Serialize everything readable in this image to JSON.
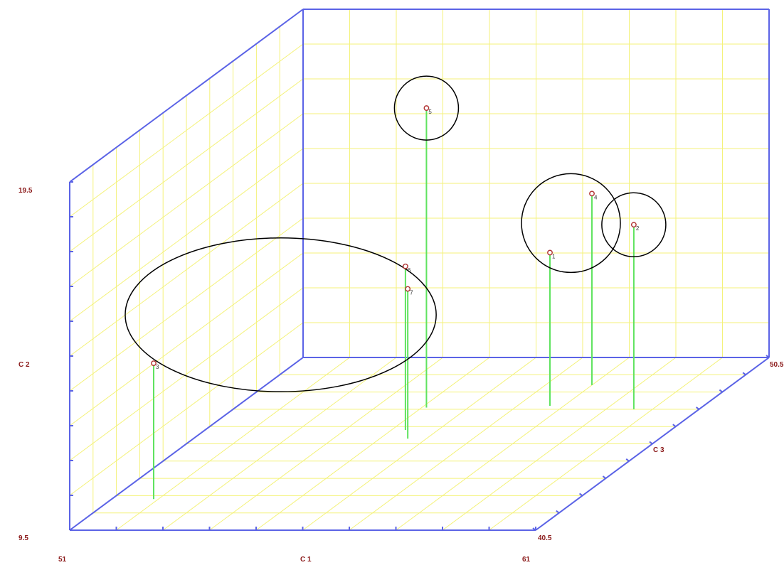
{
  "chart_data": {
    "type": "scatter3d",
    "axes": {
      "x": {
        "label": "C 1",
        "min": 51,
        "max": 61,
        "min_label": "51",
        "max_label": "61"
      },
      "y": {
        "label": "C 2",
        "min": 9.5,
        "max": 19.5,
        "min_label": "9.5",
        "max_label": "19.5"
      },
      "z": {
        "label": "C 3",
        "min": 40.5,
        "max": 50.5,
        "min_label": "40.5",
        "max_label": "50.5"
      }
    },
    "grid": true,
    "points": [
      {
        "label": "3",
        "x": 51.9,
        "y": 13.4,
        "z": 42.3
      },
      {
        "label": "5",
        "x": 55.1,
        "y": 18.1,
        "z": 47.6
      },
      {
        "label": "6",
        "x": 55.3,
        "y": 14.2,
        "z": 46.3
      },
      {
        "label": "7",
        "x": 55.6,
        "y": 13.8,
        "z": 45.8
      },
      {
        "label": "1",
        "x": 57.7,
        "y": 13.9,
        "z": 47.7
      },
      {
        "label": "4",
        "x": 58.0,
        "y": 15.0,
        "z": 48.9
      },
      {
        "label": "2",
        "x": 59.6,
        "y": 14.8,
        "z": 47.5
      }
    ],
    "clusters": [
      {
        "members": [
          "3",
          "6",
          "7"
        ]
      },
      {
        "members": [
          "5"
        ]
      },
      {
        "members": [
          "1",
          "4"
        ]
      },
      {
        "members": [
          "2"
        ]
      }
    ],
    "colors": {
      "frame": "#5b63e6",
      "grid": "#f4f27a",
      "drop_line": "#5fe35f",
      "point": "#b03030",
      "cluster": "#000000",
      "label": "#8b1a1a"
    }
  }
}
